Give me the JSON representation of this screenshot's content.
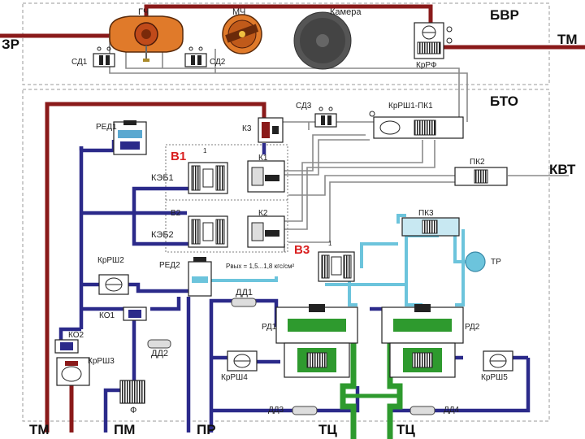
{
  "blocks": {
    "bvr": "БВР",
    "bto": "БТО"
  },
  "ports": {
    "zr": "ЗР",
    "tm_top": "ТМ",
    "kvt": "КВТ",
    "tm_bottom": "ТМ",
    "pm": "ПМ",
    "pr": "ПР",
    "tc_left": "ТЦ",
    "tc_right": "ТЦ",
    "tr": "ТР"
  },
  "components": {
    "gch": "ГЧ",
    "mch": "МЧ",
    "kamera": "Камера",
    "sd1": "СД1",
    "sd2": "СД2",
    "sd3": "СД3",
    "krrf": "КрРФ",
    "red1": "РЕД1",
    "k3": "К3",
    "krsh1_pk1": "КрРШ1-ПК1",
    "pk2": "ПК2",
    "pk3": "ПК3",
    "k1": "К1",
    "k2": "К2",
    "keb1": "КЭБ1",
    "keb2": "КЭБ2",
    "v1": "В1",
    "v2": "В2",
    "v3": "В3",
    "krsh2": "КрРШ2",
    "red2": "РЕД2",
    "dd1": "ДД1",
    "dd2": "ДД2",
    "dd3": "ДД3",
    "dd4": "ДД4",
    "ko1": "КО1",
    "ko2": "КО2",
    "krsh3": "КрРШ3",
    "krsh4": "КрРШ4",
    "krsh5": "КрРШ5",
    "rd1": "РД1",
    "rd2": "РД2",
    "f": "Ф"
  },
  "annotations": {
    "pressure_note": "Рвых = 1,5...1,8 кгс/см²",
    "one_a": "1",
    "one_b": "1"
  },
  "colors": {
    "red_line": "#8a1a1a",
    "blue_line": "#2b2a8a",
    "cyan_line": "#6cc4dc",
    "green_line": "#2e9a2e",
    "gray_line": "#8a8a8a",
    "block_border": "#9a9a9a",
    "orange_body": "#e07a2a"
  }
}
